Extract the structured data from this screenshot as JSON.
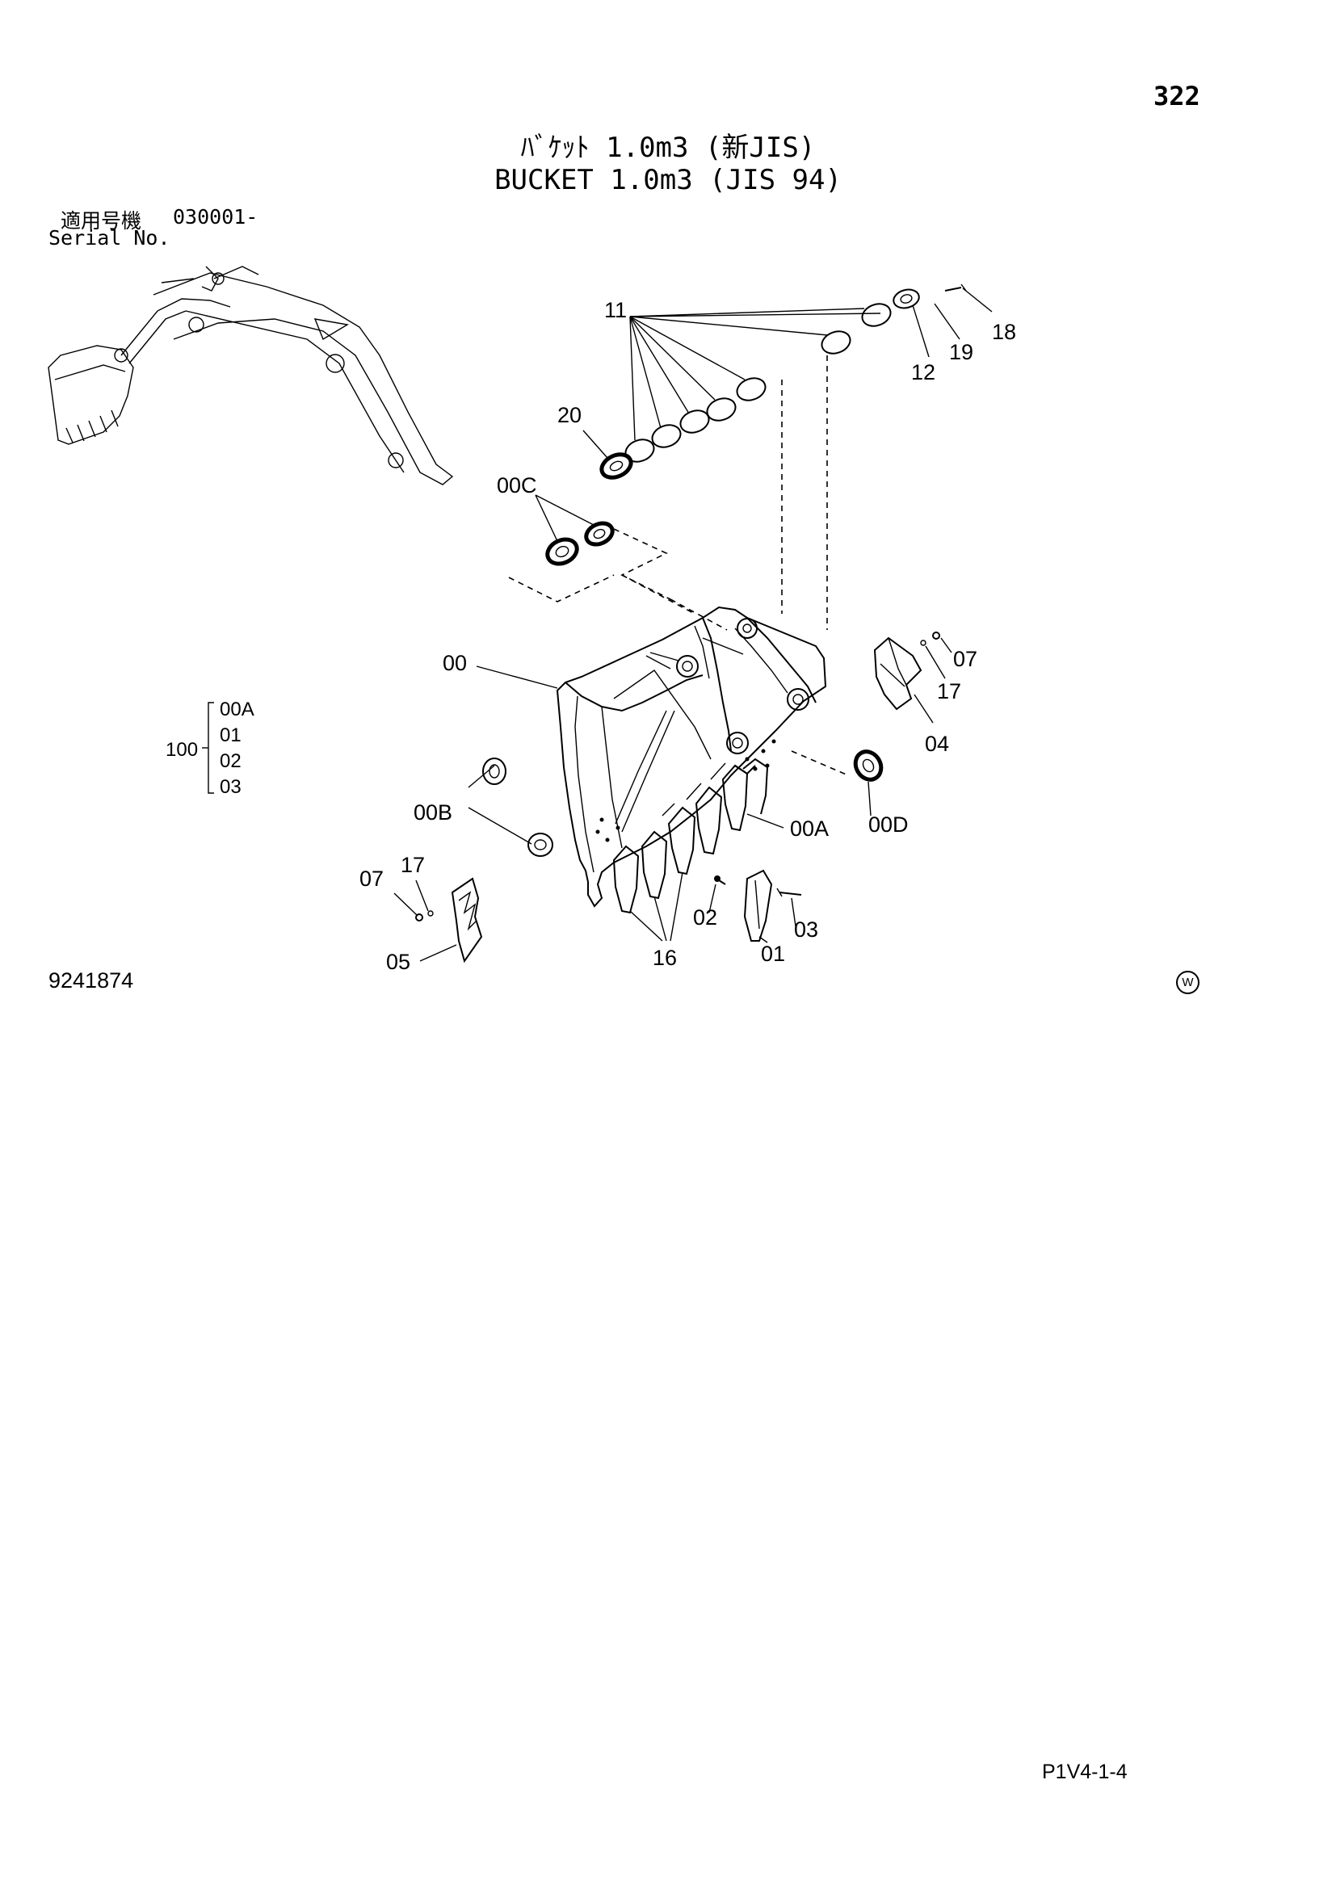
{
  "page_number": "322",
  "title_jp": "ﾊﾞｹｯﾄ 1.0m3 (新JIS)",
  "title_en": "BUCKET 1.0m3 (JIS 94)",
  "serial": {
    "label_jp": "適用号機",
    "value": "030001-",
    "label_en": "Serial No."
  },
  "doc_number": "9241874",
  "footer_code": "P1V4-1-4",
  "w_mark": "W",
  "assembly": {
    "label": "100",
    "items": [
      "00A",
      "01",
      "02",
      "03"
    ]
  },
  "callouts": {
    "c11": "11",
    "c18": "18",
    "c19": "19",
    "c12": "12",
    "c20": "20",
    "c00c": "00C",
    "c00": "00",
    "c07a": "07",
    "c17a": "17",
    "c04": "04",
    "c00b": "00B",
    "c00a": "00A",
    "c00d": "00D",
    "c07b": "07",
    "c17b": "17",
    "c02": "02",
    "c03": "03",
    "c05": "05",
    "c16": "16",
    "c01": "01"
  },
  "icons": [
    "excavator-front-attachment",
    "bucket",
    "shim-ring",
    "seal-ring",
    "bushing",
    "tooth",
    "side-cutter"
  ]
}
